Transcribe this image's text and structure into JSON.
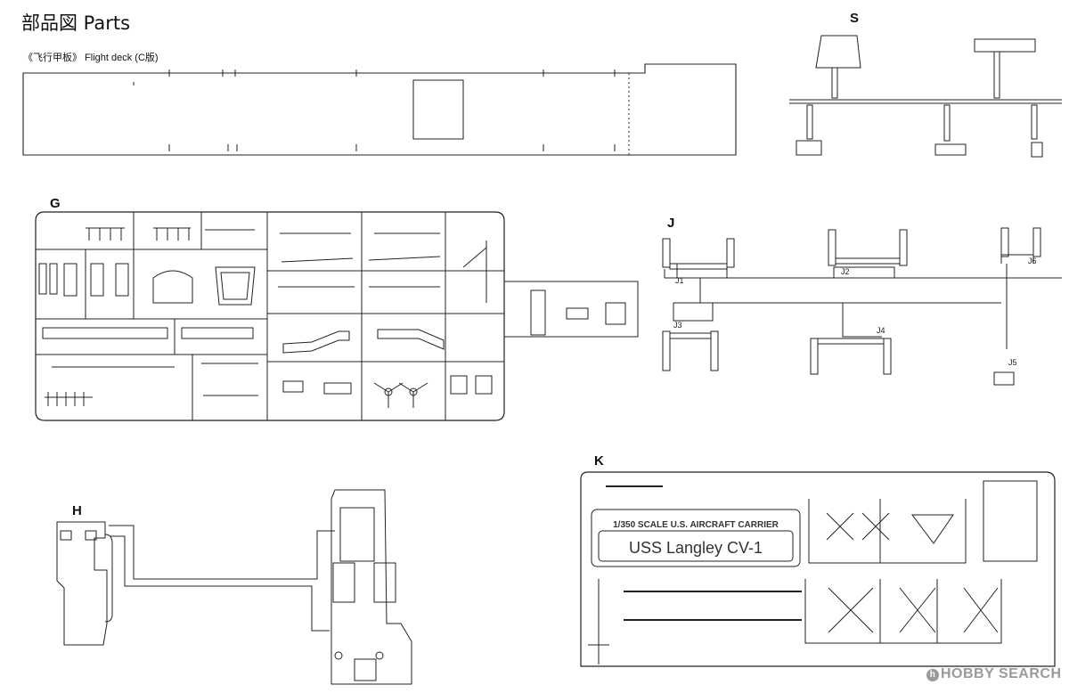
{
  "header": {
    "title": "部品図 Parts",
    "subtitle": "《飞行甲板》 Flight deck (C版)"
  },
  "sprues": {
    "s": "S",
    "g": "G",
    "j": "J",
    "h": "H",
    "k": "K"
  },
  "j_labels": [
    "J1",
    "J2",
    "J6",
    "J3",
    "J4",
    "J5"
  ],
  "k_plate": {
    "line1": "1/350 SCALE U.S. AIRCRAFT CARRIER",
    "line2": "USS Langley CV-1"
  },
  "watermark": {
    "text": "HOBBY SEARCH"
  },
  "colors": {
    "ink": "#222222",
    "paper": "#ffffff",
    "watermark": "#9a9a9a"
  }
}
